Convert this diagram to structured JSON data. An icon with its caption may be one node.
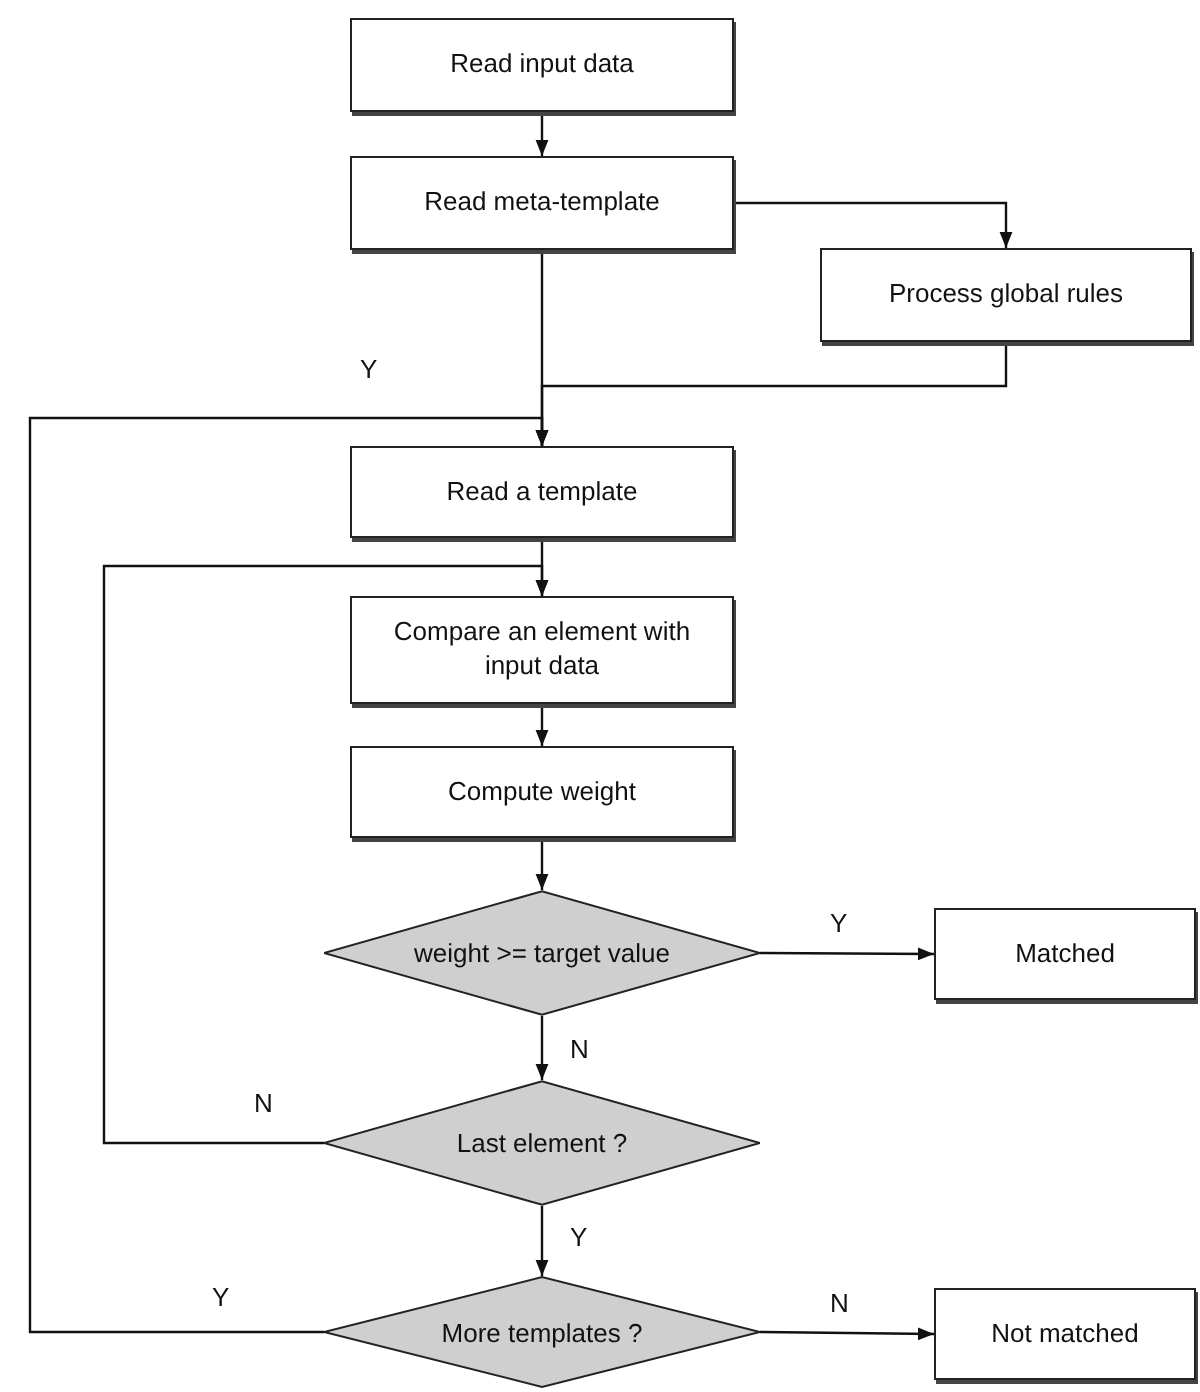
{
  "diagram": {
    "nodes": [
      {
        "text": [
          "Read input data"
        ]
      },
      {
        "text": [
          "Read meta-template"
        ]
      },
      {
        "text": [
          "Process global rules"
        ]
      },
      {
        "text": [
          "Read a template"
        ]
      },
      {
        "text": [
          "Compare an element with input data"
        ]
      },
      {
        "text": [
          "Compute weight"
        ]
      },
      {
        "text": [
          "weight >= target value"
        ]
      },
      {
        "text": [
          "Matched"
        ]
      },
      {
        "text": [
          "Last element ?"
        ]
      },
      {
        "text": [
          "More templates ?"
        ]
      },
      {
        "text": [
          "Not matched"
        ]
      }
    ],
    "edges": [
      {
        "from": 0,
        "to": 1,
        "arrow": "to"
      },
      {
        "from": 1,
        "to": 2,
        "arrow": "to"
      },
      {
        "from": 1,
        "to": 3,
        "arrow": "to"
      },
      {
        "from": 2,
        "to": 3,
        "arrow": "to"
      },
      {
        "from": 9,
        "to": 3,
        "arrow": "to",
        "label": "Y"
      },
      {
        "from": 3,
        "to": 4,
        "arrow": "to"
      },
      {
        "from": 8,
        "to": 4,
        "arrow": "to",
        "label": "N"
      },
      {
        "from": 4,
        "to": 5,
        "arrow": "to"
      },
      {
        "from": 5,
        "to": 6,
        "arrow": "to"
      },
      {
        "from": 6,
        "to": 7,
        "arrow": "to",
        "label": "Y"
      },
      {
        "from": 6,
        "to": 8,
        "arrow": "to",
        "label": "N"
      },
      {
        "from": 8,
        "to": 9,
        "arrow": "to",
        "label": "Y"
      },
      {
        "from": 9,
        "to": 10,
        "arrow": "to",
        "label": "N"
      }
    ],
    "labels": [
      "Y"
    ]
  }
}
